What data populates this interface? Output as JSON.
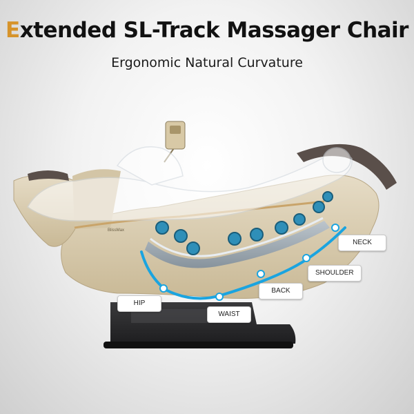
{
  "heading": {
    "first_letter": "E",
    "rest": "xtended SL-Track Massager Chair",
    "accent_color": "#d6932a"
  },
  "subheading": "Ergonomic Natural Curvature",
  "brand_mark": "BlissMax",
  "track_labels": {
    "neck": "NECK",
    "shoulder": "SHOULDER",
    "back": "BACK",
    "hip": "HIP",
    "waist": "WAIST"
  },
  "colors": {
    "chair_shell": "#d9ccb2",
    "chair_base": "#2b2b2d",
    "track_line": "#1aa4e0",
    "roller": "#2f8fb8"
  }
}
